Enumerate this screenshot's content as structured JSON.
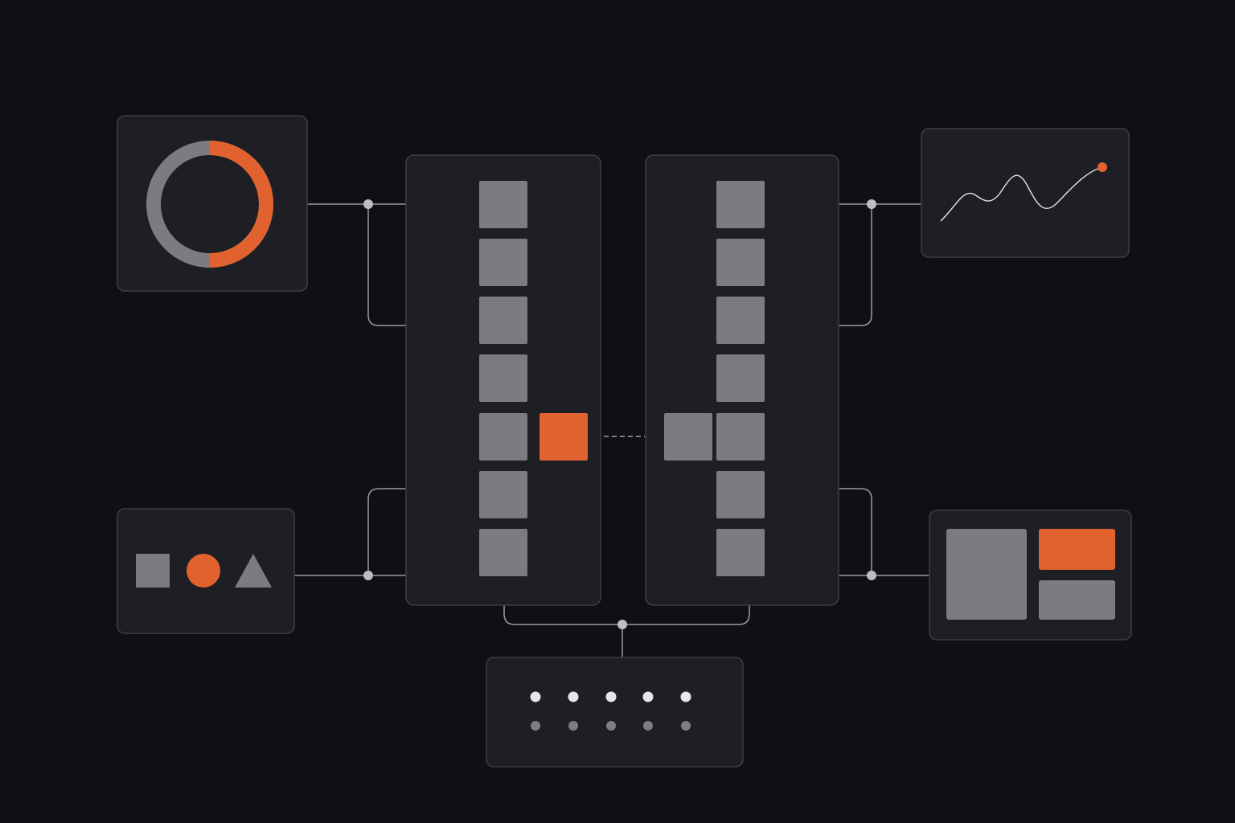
{
  "colors": {
    "background": "#0f1016",
    "card": "#1e1f24",
    "card_border": "#3b3d44",
    "block_gray": "#7b7b80",
    "accent": "#e2622f",
    "connector": "#9a9ba3",
    "dot_light": "#e6e6ea",
    "dot_dim": "#7d7e85"
  },
  "diagram": {
    "columns": [
      {
        "name": "left-column",
        "blocks": 7,
        "highlighted_row": 5,
        "highlight_side": "right"
      },
      {
        "name": "right-column",
        "blocks": 7,
        "highlighted_row": 5,
        "highlight_side": "left"
      }
    ],
    "link": {
      "style": "dashed",
      "from": "left-column",
      "to": "right-column"
    },
    "panels": [
      {
        "name": "donut-panel",
        "icon": "donut-chart-icon",
        "accent_fraction": 0.5
      },
      {
        "name": "shapes-panel",
        "icons": [
          "square-icon",
          "circle-icon",
          "triangle-icon"
        ]
      },
      {
        "name": "line-chart-panel",
        "icon": "line-chart-icon"
      },
      {
        "name": "layout-panel",
        "icon": "layout-grid-icon"
      },
      {
        "name": "dots-panel",
        "rows": 2,
        "dots_per_row": 5
      }
    ]
  }
}
